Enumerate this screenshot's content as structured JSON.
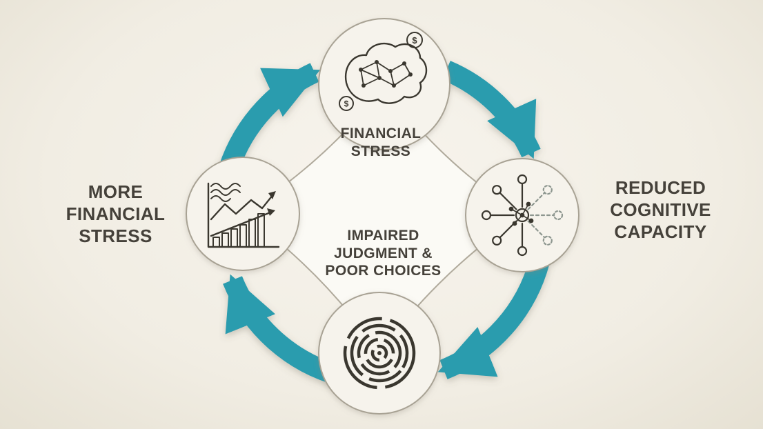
{
  "diagram": {
    "name": "financial-stress-cycle",
    "currency_symbol": "$",
    "nodes": [
      {
        "id": "financial-stress",
        "position": "top",
        "icon": "brain-network-icon",
        "label": "FINANCIAL\nSTRESS"
      },
      {
        "id": "reduced-cognitive-capacity",
        "position": "right",
        "icon": "neuron-network-icon",
        "label": "REDUCED\nCOGNITIVE\nCAPACITY"
      },
      {
        "id": "impaired-judgment-poor-choices",
        "position": "bottom",
        "icon": "maze-icon",
        "label": "IMPAIRED\nJUDGMENT &\nPOOR CHOICES"
      },
      {
        "id": "more-financial-stress",
        "position": "left",
        "icon": "rising-chart-icon",
        "label": "MORE\nFINANCIAL\nSTRESS"
      }
    ],
    "arrows": [
      {
        "from": "more-financial-stress",
        "to": "financial-stress",
        "direction": "clockwise"
      },
      {
        "from": "financial-stress",
        "to": "reduced-cognitive-capacity",
        "direction": "clockwise"
      },
      {
        "from": "reduced-cognitive-capacity",
        "to": "impaired-judgment-poor-choices",
        "direction": "clockwise"
      },
      {
        "from": "impaired-judgment-poor-choices",
        "to": "more-financial-stress",
        "direction": "clockwise"
      }
    ],
    "colors": {
      "arrow": "#2a9cae",
      "background": "#f1ede3",
      "node_fill": "#f6f3ec",
      "node_border": "#a8a294",
      "center_fill": "#fbfaf5",
      "label_text": "#45413a",
      "icon_line": "#3a372f"
    }
  }
}
